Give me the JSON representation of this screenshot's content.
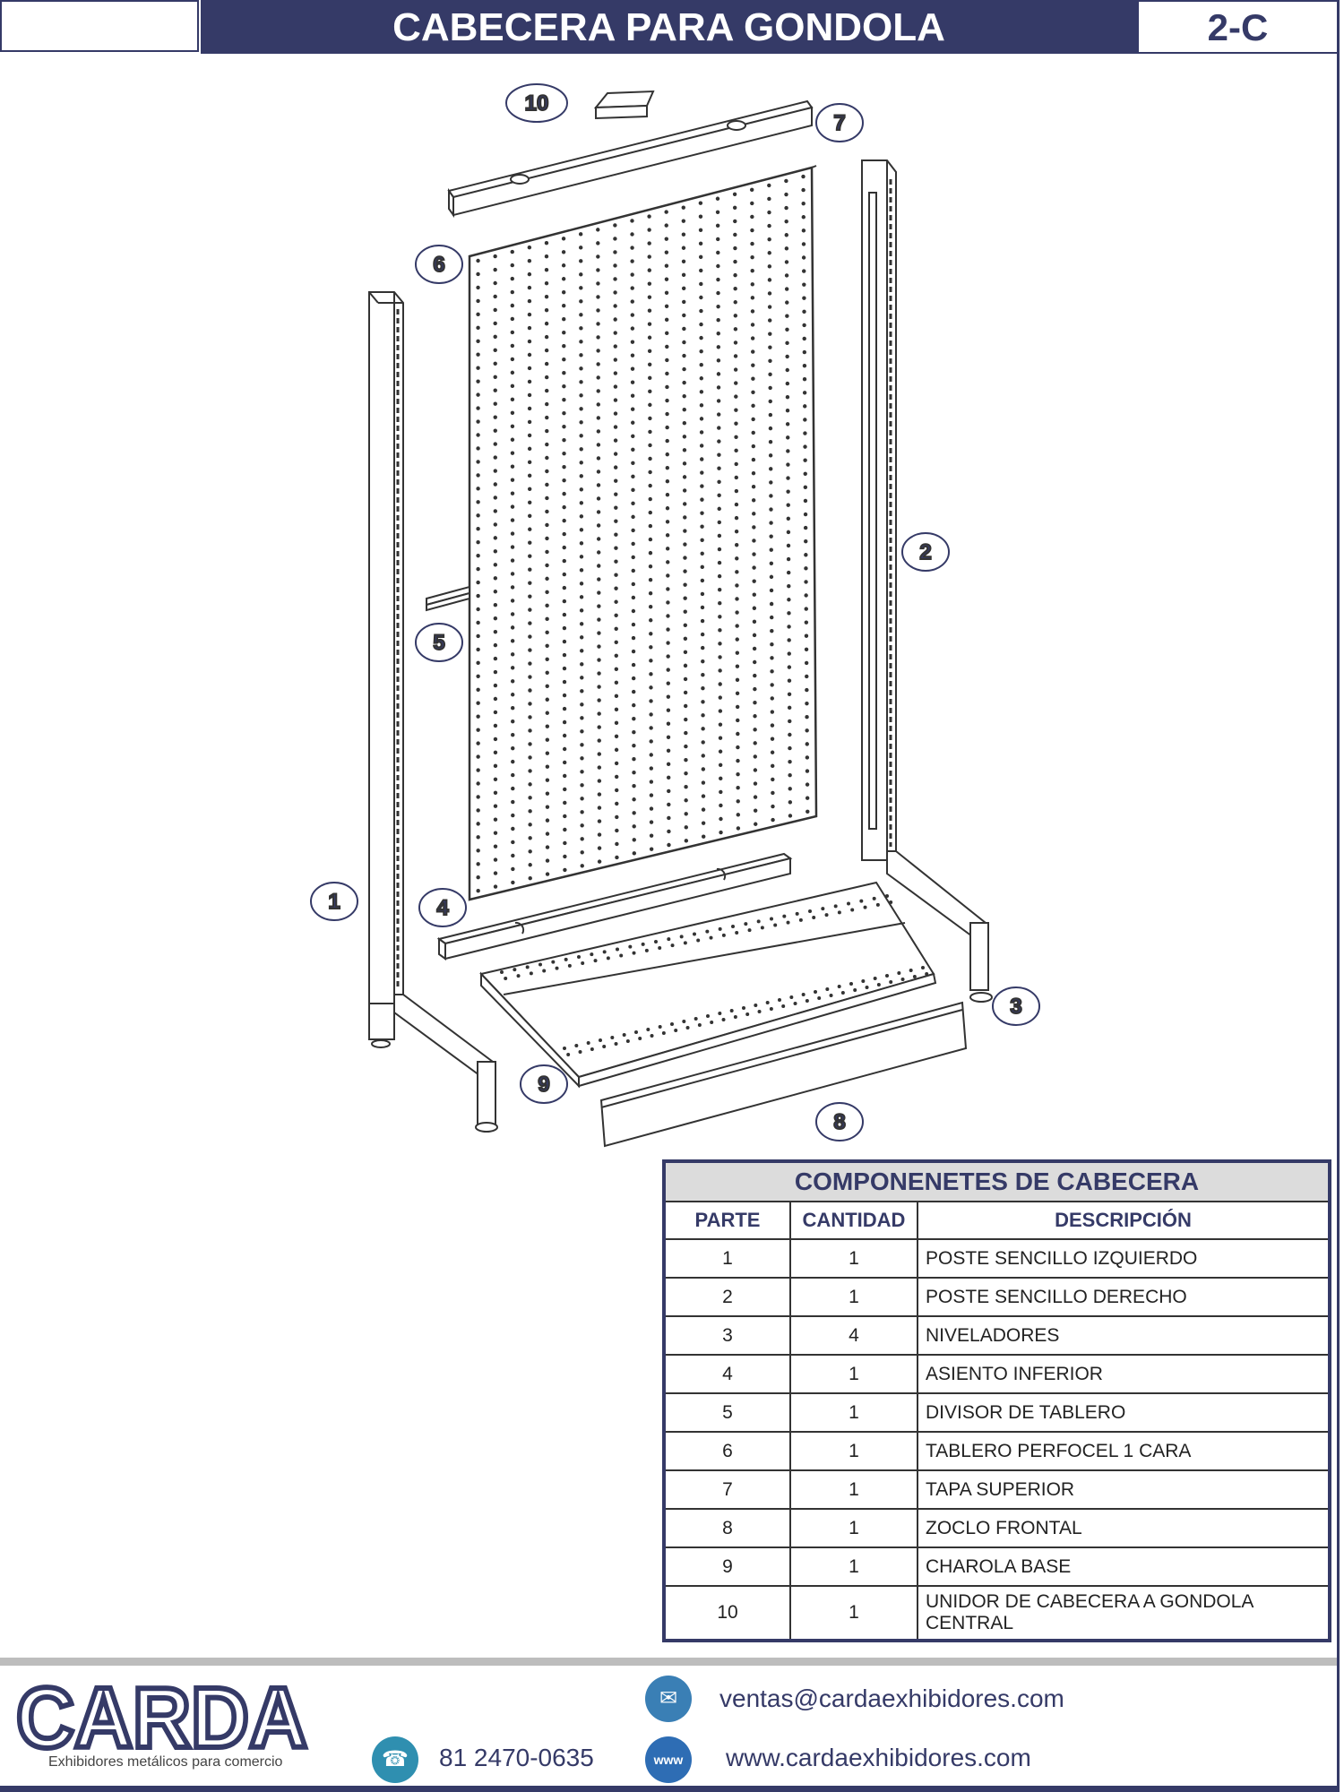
{
  "header": {
    "title": "CABECERA PARA GONDOLA",
    "code": "2-C"
  },
  "callouts": [
    "1",
    "2",
    "3",
    "4",
    "5",
    "6",
    "7",
    "8",
    "9",
    "10"
  ],
  "table": {
    "title": "COMPONENETES DE CABECERA",
    "columns": [
      "PARTE",
      "CANTIDAD",
      "DESCRIPCIÓN"
    ],
    "rows": [
      {
        "parte": "1",
        "cantidad": "1",
        "descripcion": "POSTE SENCILLO IZQUIERDO"
      },
      {
        "parte": "2",
        "cantidad": "1",
        "descripcion": "POSTE SENCILLO DERECHO"
      },
      {
        "parte": "3",
        "cantidad": "4",
        "descripcion": "NIVELADORES"
      },
      {
        "parte": "4",
        "cantidad": "1",
        "descripcion": "ASIENTO INFERIOR"
      },
      {
        "parte": "5",
        "cantidad": "1",
        "descripcion": "DIVISOR DE TABLERO"
      },
      {
        "parte": "6",
        "cantidad": "1",
        "descripcion": "TABLERO PERFOCEL 1 CARA"
      },
      {
        "parte": "7",
        "cantidad": "1",
        "descripcion": " TAPA SUPERIOR"
      },
      {
        "parte": "8",
        "cantidad": "1",
        "descripcion": "ZOCLO FRONTAL"
      },
      {
        "parte": "9",
        "cantidad": "1",
        "descripcion": "CHAROLA BASE"
      },
      {
        "parte": "10",
        "cantidad": "1",
        "descripcion": "UNIDOR DE CABECERA A GONDOLA CENTRAL"
      }
    ]
  },
  "footer": {
    "logo": "CARDA",
    "tagline": "Exhibidores metálicos para comercio",
    "phone": "81 2470-0635",
    "email": "ventas@cardaexhibidores.com",
    "website": "www.cardaexhibidores.com",
    "icons": {
      "email": "envelope-icon",
      "phone": "telephone-icon",
      "web": "globe-www-icon"
    }
  },
  "colors": {
    "navy": "#353a67",
    "icon_blue": "#3a7fb5",
    "table_title_bg": "#dcdcdc"
  }
}
